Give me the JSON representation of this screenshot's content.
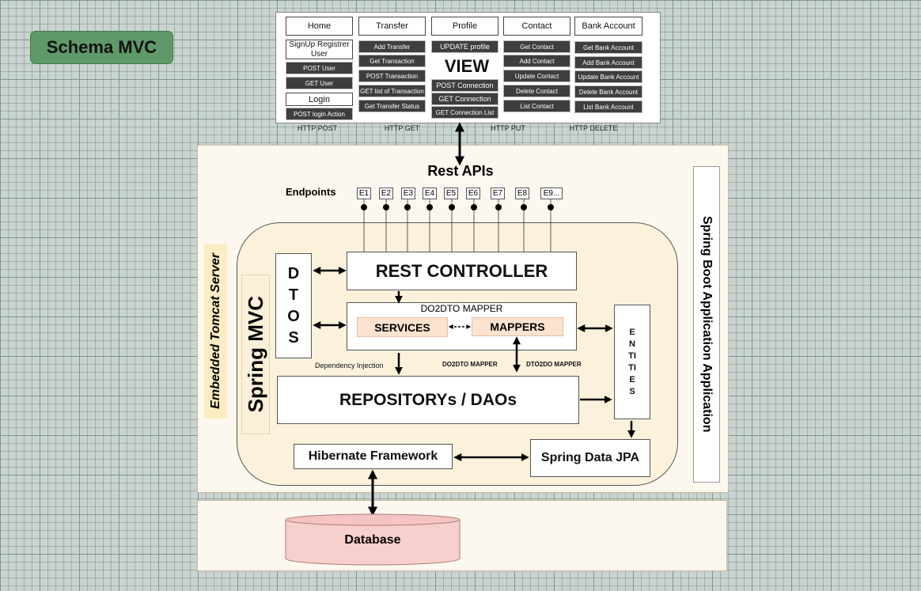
{
  "title": "Schema MVC",
  "view": {
    "label": "VIEW",
    "columns": [
      {
        "header": "Home",
        "sub_header": "SignUp Registrer User",
        "items": [
          "POST User",
          "GET User"
        ],
        "extra_header": "Login",
        "extra_items": [
          "POST login Action"
        ]
      },
      {
        "header": "Transfer",
        "items": [
          "Add Transfer",
          "Get Transaction",
          "POST Transaction",
          "GET list of Transaction",
          "Get Transfer Status"
        ]
      },
      {
        "header": "Profile",
        "items": [
          "UPDATE profile",
          "POST Connection",
          "GET Connection",
          "GET Connection List"
        ]
      },
      {
        "header": "Contact",
        "items": [
          "Get Contact",
          "Add Contact",
          "Update Contact",
          "Delete Contact",
          "List Contact"
        ]
      },
      {
        "header": "Bank Account",
        "items": [
          "Get Bank Account",
          "Add Bank Account",
          "Update Bank Account",
          "Delete Bank Account",
          "List Bank Account"
        ]
      }
    ],
    "http_methods": [
      "HTTP POST",
      "HTTP GET",
      "HTTP PUT",
      "HTTP DELETE"
    ]
  },
  "rest_apis": "Rest APIs",
  "endpoints_label": "Endpoints",
  "endpoints": [
    "E1",
    "E2",
    "E3",
    "E4",
    "E5",
    "E6",
    "E7",
    "E8",
    "E9..."
  ],
  "rest_controller": "REST CONTROLLER",
  "dtos": "DTOS",
  "do2dto_mapper_title": "DO2DTO MAPPER",
  "services": "SERVICES",
  "mappers": "MAPPERS",
  "entities": "ENTITIES",
  "dependency_injection": "Dependency Injection",
  "do2dto_mapper_label": "DO2DTO MAPPER",
  "dto2do_mapper_label": "DTO2DO MAPPER",
  "repositories": "REPOSITORYs / DAOs",
  "hibernate": "Hibernate Framework",
  "spring_data_jpa": "Spring Data JPA",
  "spring_mvc": "Spring MVC",
  "embedded_tomcat": "Embedded Tomcat Server",
  "spring_boot_app": "Spring Boot Application Application",
  "database": "Database"
}
